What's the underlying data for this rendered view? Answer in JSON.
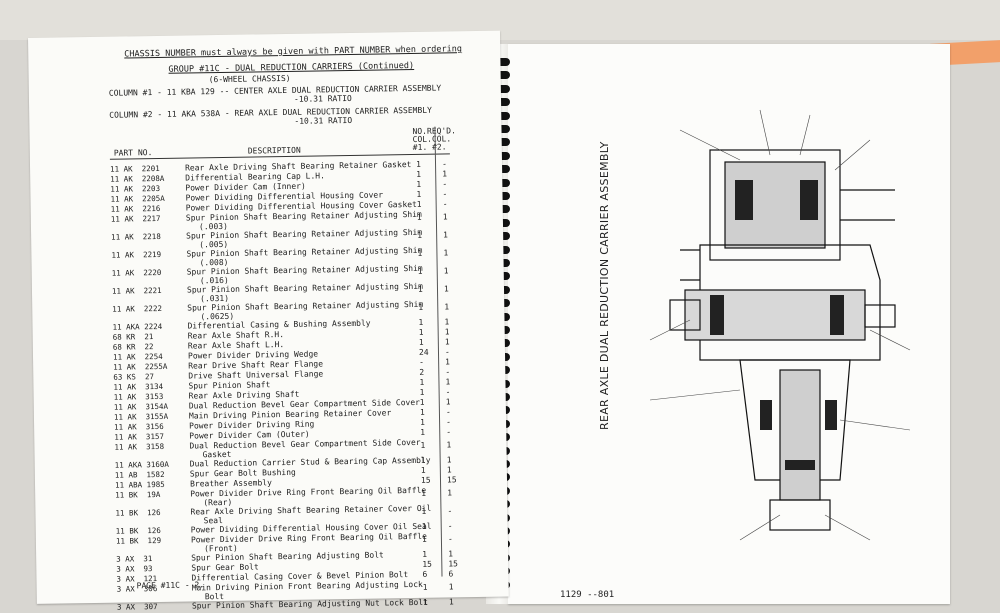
{
  "header": {
    "note": "CHASSIS NUMBER must always be given with PART NUMBER when ordering",
    "group": "GROUP #11C - DUAL REDUCTION CARRIERS (Continued)",
    "subgroup": "(6-WHEEL CHASSIS)",
    "col1": "COLUMN #1 - 11 KBA 129 -- CENTER AXLE DUAL REDUCTION CARRIER ASSEMBLY",
    "col1_ratio": "-10.31 RATIO",
    "col2": "COLUMN #2 - 11 AKA 538A - REAR AXLE DUAL REDUCTION CARRIER ASSEMBLY",
    "col2_ratio": "-10.31 RATIO",
    "noreq": "NO.REQ'D.",
    "colcol": "COL.COL.",
    "colnums": "#1. #2.",
    "part_no": "PART NO.",
    "description": "DESCRIPTION"
  },
  "rows": [
    {
      "part": "11 AK  2201",
      "desc": "Rear Axle Driving Shaft Bearing Retainer Gasket",
      "c1": "1",
      "c2": "-"
    },
    {
      "part": "11 AK  2208A",
      "desc": "Differential Bearing Cap L.H.",
      "c1": "1",
      "c2": "1"
    },
    {
      "part": "11 AK  2203",
      "desc": "Power Divider Cam (Inner)",
      "c1": "1",
      "c2": "-"
    },
    {
      "part": "11 AK  2205A",
      "desc": "Power Dividing Differential Housing Cover",
      "c1": "1",
      "c2": "-"
    },
    {
      "part": "11 AK  2216",
      "desc": "Power Dividing Differential Housing Cover Gasket",
      "c1": "1",
      "c2": "-"
    },
    {
      "part": "11 AK  2217",
      "desc": "Spur Pinion Shaft Bearing Retainer Adjusting Shim",
      "desc2": "(.003)",
      "c1": "1",
      "c2": "1"
    },
    {
      "part": "11 AK  2218",
      "desc": "Spur Pinion Shaft Bearing Retainer Adjusting Shim",
      "desc2": "(.005)",
      "c1": "1",
      "c2": "1"
    },
    {
      "part": "11 AK  2219",
      "desc": "Spur Pinion Shaft Bearing Retainer Adjusting Shim",
      "desc2": "(.008)",
      "c1": "1",
      "c2": "1"
    },
    {
      "part": "11 AK  2220",
      "desc": "Spur Pinion Shaft Bearing Retainer Adjusting Shim",
      "desc2": "(.016)",
      "c1": "1",
      "c2": "1"
    },
    {
      "part": "11 AK  2221",
      "desc": "Spur Pinion Shaft Bearing Retainer Adjusting Shim",
      "desc2": "(.031)",
      "c1": "1",
      "c2": "1"
    },
    {
      "part": "11 AK  2222",
      "desc": "Spur Pinion Shaft Bearing Retainer Adjusting Shim",
      "desc2": "(.0625)",
      "c1": "1",
      "c2": "1"
    },
    {
      "part": "11 AKA 2224",
      "desc": "Differential Casing & Bushing Assembly",
      "c1": "1",
      "c2": "1"
    },
    {
      "part": "68 KR  21",
      "desc": "Rear Axle Shaft R.H.",
      "c1": "1",
      "c2": "1"
    },
    {
      "part": "68 KR  22",
      "desc": "Rear Axle Shaft L.H.",
      "c1": "1",
      "c2": "1"
    },
    {
      "part": "11 AK  2254",
      "desc": "Power Divider Driving Wedge",
      "c1": "24",
      "c2": "-"
    },
    {
      "part": "11 AK  2255A",
      "desc": "Rear Drive Shaft Rear Flange",
      "c1": "-",
      "c2": "1"
    },
    {
      "part": "63 KS  27",
      "desc": "Drive Shaft Universal Flange",
      "c1": "2",
      "c2": "-"
    },
    {
      "part": "11 AK  3134",
      "desc": "Spur Pinion Shaft",
      "c1": "1",
      "c2": "1"
    },
    {
      "part": "11 AK  3153",
      "desc": "Rear Axle Driving Shaft",
      "c1": "1",
      "c2": "-"
    },
    {
      "part": "11 AK  3154A",
      "desc": "Dual Reduction Bevel Gear Compartment Side Cover",
      "c1": "1",
      "c2": "1"
    },
    {
      "part": "11 AK  3155A",
      "desc": "Main Driving Pinion Bearing Retainer Cover",
      "c1": "1",
      "c2": "-"
    },
    {
      "part": "11 AK  3156",
      "desc": "Power Divider Driving Ring",
      "c1": "1",
      "c2": "-"
    },
    {
      "part": "11 AK  3157",
      "desc": "Power Divider Cam (Outer)",
      "c1": "1",
      "c2": "-"
    },
    {
      "part": "11 AK  3158",
      "desc": "Dual Reduction Bevel Gear Compartment Side Cover",
      "desc2": "Gasket",
      "c1": "1",
      "c2": "1"
    },
    {
      "part": "11 AKA 3160A",
      "desc": "Dual Reduction Carrier Stud & Bearing Cap Assembly",
      "c1": "1",
      "c2": "1"
    },
    {
      "part": "11 AB  1582",
      "desc": "Spur Gear Bolt Bushing",
      "c1": "1",
      "c2": "1"
    },
    {
      "part": "11 ABA 1985",
      "desc": "Breather Assembly",
      "c1": "15",
      "c2": "15"
    },
    {
      "part": "11 BK  19A",
      "desc": "Power Divider Drive Ring Front Bearing Oil Baffle",
      "desc2": "(Rear)",
      "c1": "1",
      "c2": "1"
    },
    {
      "part": "11 BK  126",
      "desc": "Rear Axle Driving Shaft Bearing Retainer Cover Oil",
      "desc2": "Seal",
      "c1": "1",
      "c2": "-"
    },
    {
      "part": "11 BK  126",
      "desc": "Power Dividing Differential Housing Cover Oil Seal",
      "c1": "1",
      "c2": "-"
    },
    {
      "part": "11 BK  129",
      "desc": "Power Divider Drive Ring Front Bearing Oil Baffle",
      "desc2": "(Front)",
      "c1": "1",
      "c2": "-"
    },
    {
      "part": "3 AX  31",
      "desc": "Spur Pinion Shaft Bearing Adjusting Bolt",
      "c1": "1",
      "c2": "1"
    },
    {
      "part": "3 AX  93",
      "desc": "Spur Gear Bolt",
      "c1": "15",
      "c2": "15"
    },
    {
      "part": "3 AX  121",
      "desc": "Differential Casing Cover & Bevel Pinion Bolt",
      "c1": "6",
      "c2": "6"
    },
    {
      "part": "3 AX  306",
      "desc": "Main Driving Pinion Front Bearing Adjusting Lock",
      "desc2": "Bolt",
      "c1": "1",
      "c2": "1"
    },
    {
      "part": "3 AX  307",
      "desc": "Spur Pinion Shaft Bearing Adjusting Nut Lock Bolt",
      "c1": "1",
      "c2": "1"
    }
  ],
  "footer_left": "PAGE #11C - 2.",
  "footer_right": "1129 --801",
  "diagram_title": "REAR AXLE DUAL REDUCTION CARRIER ASSEMBLY"
}
